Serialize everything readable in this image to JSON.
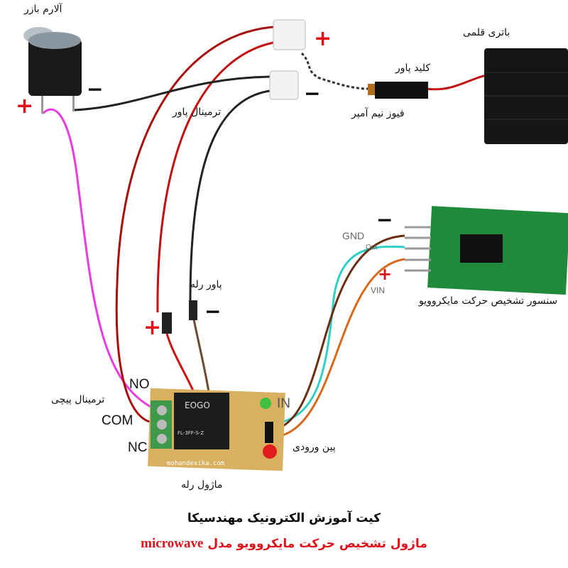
{
  "labels": {
    "buzzer": "آلارم بازر",
    "power_terminal": "ترمینال پاور",
    "fuse": "فیوز نیم آمپر",
    "power_switch": "کلید پاور",
    "battery": "باتری قلمی",
    "relay_power": "پاور رله",
    "screw_terminal": "ترمینال پیچی",
    "relay_module": "ماژول رله",
    "input_pins": "پین ورودی",
    "sensor": "سنسور تشخیص  حرکت مایکروویو",
    "no": "NO",
    "com": "COM",
    "nc": "NC",
    "in": "IN",
    "gnd": "GND",
    "out": "Out",
    "vin": "VIN",
    "board_url": "mohandesika.com",
    "relay_brand": "EOGO",
    "relay_model": "FL-3FF-S-Z"
  },
  "signs": {
    "plus": "+",
    "minus": "−"
  },
  "title": "کیت آموزش الکترونیک مهندسیکا",
  "subtitle_fa": "ماژول تشخیص حرکت مایکروویو مدل",
  "subtitle_en": "microwave",
  "colors": {
    "plus": "#e0101a",
    "red_wire": "#c41010",
    "black_wire": "#222222",
    "pink_wire": "#e83ce0",
    "cyan_wire": "#30d0c8",
    "brown_wire": "#6a2e10",
    "orange_wire": "#d8681a",
    "pcb": "#d8b060",
    "sensor_pcb": "#1f8a3a"
  }
}
